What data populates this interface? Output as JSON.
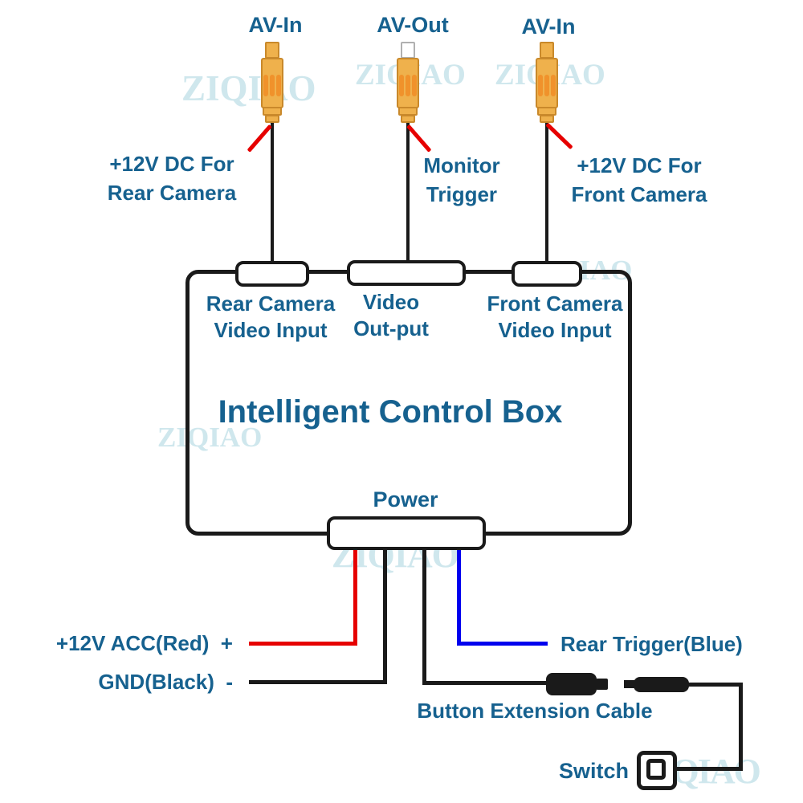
{
  "brand_watermark": "ZIQIAO",
  "colors": {
    "label_blue": "#16618f",
    "wire_red": "#e60000",
    "wire_blue": "#0000ee",
    "wire_black": "#1a1a1a",
    "connector_body": "#efb14c",
    "connector_slot": "#f0922b",
    "connector_border": "#c9892b",
    "watermark": "#cfe7ed"
  },
  "connectors": [
    {
      "jack_label": "AV-In",
      "tip_color": "orange",
      "note_line1": "+12V DC For",
      "note_line2": "Rear Camera"
    },
    {
      "jack_label": "AV-Out",
      "tip_color": "white",
      "note_line1": "Monitor",
      "note_line2": "Trigger"
    },
    {
      "jack_label": "AV-In",
      "tip_color": "orange",
      "note_line1": "+12V DC For",
      "note_line2": "Front Camera"
    }
  ],
  "control_box": {
    "title": "Intelligent Control Box",
    "ports_top": [
      {
        "line1": "Rear Camera",
        "line2": "Video Input"
      },
      {
        "line1": "Video",
        "line2": "Out-put"
      },
      {
        "line1": "Front Camera",
        "line2": "Video Input"
      }
    ],
    "bottom_port_label": "Power"
  },
  "bottom": {
    "acc_label": "+12V ACC(Red)  +",
    "gnd_label": "GND(Black)  -",
    "rear_trigger_label": "Rear Trigger(Blue)",
    "button_cable_label": "Button Extension Cable",
    "switch_label": "Switch"
  }
}
